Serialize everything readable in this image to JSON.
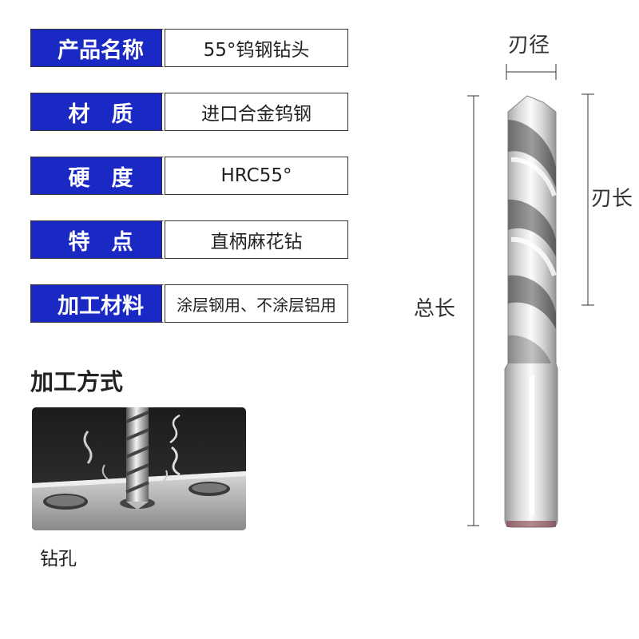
{
  "specs": [
    {
      "label": "产品名称",
      "value": "55°钨钢钻头"
    },
    {
      "label": "材　质",
      "value": "进口合金钨钢"
    },
    {
      "label": "硬　度",
      "value": "HRC55°"
    },
    {
      "label": "特　点",
      "value": "直柄麻花钻"
    },
    {
      "label": "加工材料",
      "value": "涂层钢用、不涂层铝用"
    }
  ],
  "processing": {
    "title": "加工方式",
    "caption": "钻孔"
  },
  "dimensions": {
    "blade_diameter": "刃径",
    "blade_length": "刃长",
    "total_length": "总长"
  },
  "colors": {
    "label_bg": "#1b29c4",
    "label_text": "#ffffff"
  }
}
